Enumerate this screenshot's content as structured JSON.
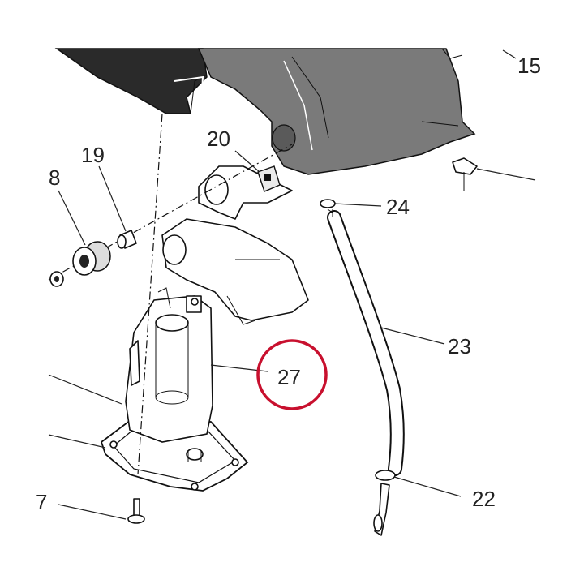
{
  "diagram": {
    "highlight_color": "#c8102e",
    "tank_color": "#7a7a7a",
    "frame_color": "#2a2a2a",
    "callouts": [
      {
        "id": "c15",
        "label": "15"
      },
      {
        "id": "c20",
        "label": "20"
      },
      {
        "id": "c19",
        "label": "19"
      },
      {
        "id": "c8",
        "label": "8"
      },
      {
        "id": "c24",
        "label": "24"
      },
      {
        "id": "c23",
        "label": "23"
      },
      {
        "id": "c27",
        "label": "27"
      },
      {
        "id": "c22",
        "label": "22"
      },
      {
        "id": "c7",
        "label": "7"
      }
    ]
  }
}
